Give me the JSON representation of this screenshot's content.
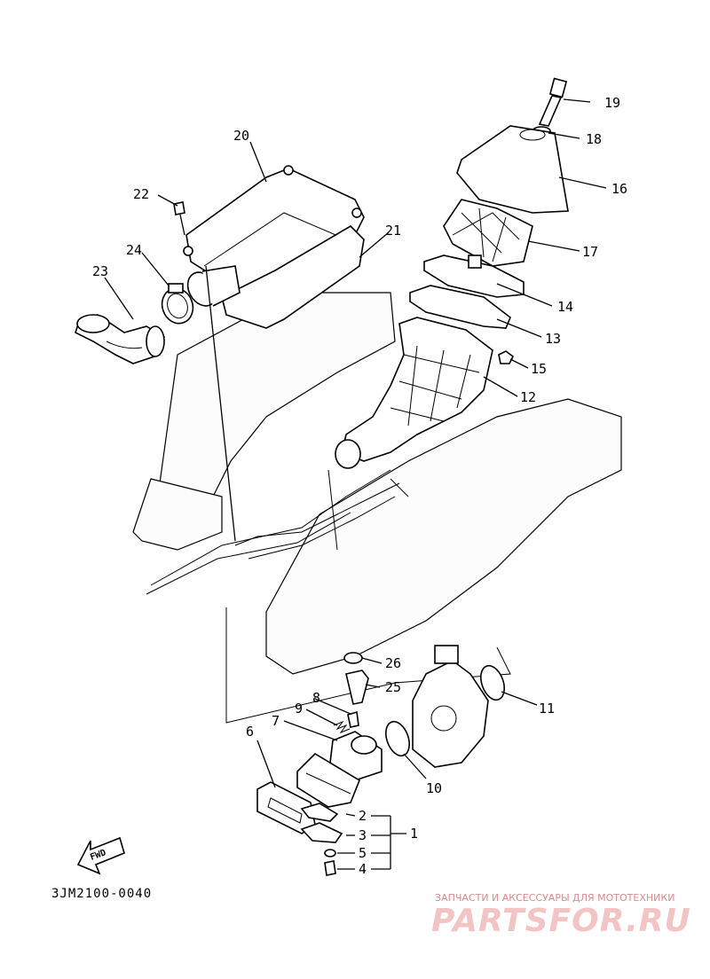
{
  "labels": {
    "l1": "1",
    "l2": "2",
    "l3": "3",
    "l4": "4",
    "l5": "5",
    "l6": "6",
    "l7": "7",
    "l8": "8",
    "l9": "9",
    "l10": "10",
    "l11": "11",
    "l12": "12",
    "l13": "13",
    "l14": "14",
    "l15": "15",
    "l16": "16",
    "l17": "17",
    "l18": "18",
    "l19": "19",
    "l20": "20",
    "l21": "21",
    "l22": "22",
    "l23": "23",
    "l24": "24",
    "l25": "25",
    "l26": "26"
  },
  "fwd_arrow": "FWD",
  "reference_code": "3JM2100-0040",
  "watermark": {
    "tagline": "ЗАПЧАСТИ И АКСЕССУАРЫ ДЛЯ МОТОТЕХНИКИ",
    "brand": "PARTSFOR.RU"
  }
}
